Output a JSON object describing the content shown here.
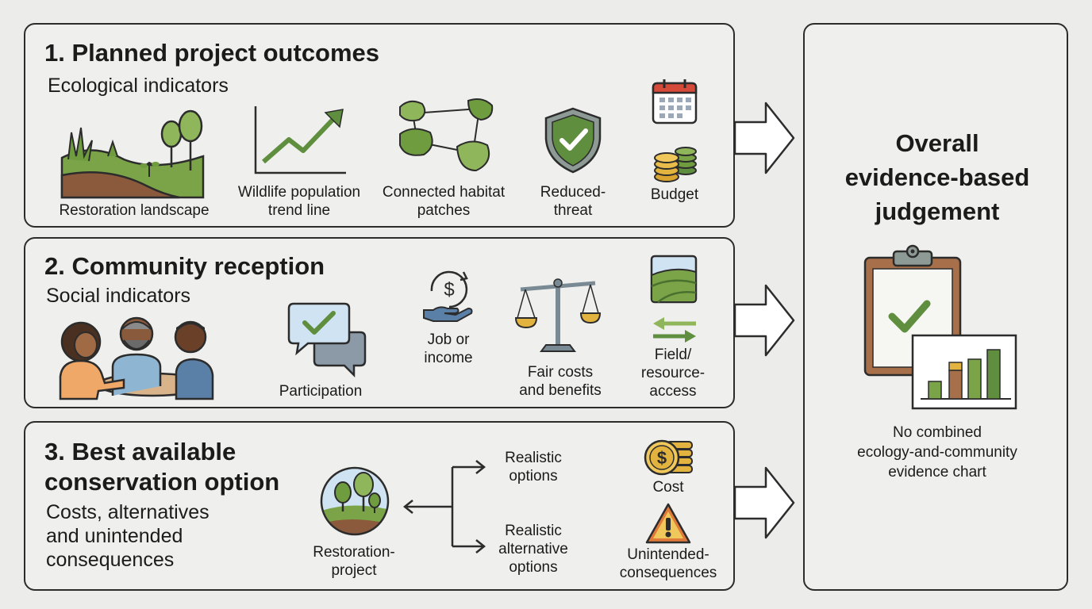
{
  "panel1": {
    "title": "1. Planned project outcomes",
    "subtitle": "Ecological indicators",
    "items": [
      {
        "icon": "restoration-landscape-icon",
        "line1": "Restoration landscape"
      },
      {
        "icon": "trend-line-icon",
        "line1": "Wildlife population",
        "line2": "trend line"
      },
      {
        "icon": "habitat-patches-icon",
        "line1": "Connected habitat",
        "line2": "patches"
      },
      {
        "icon": "shield-check-icon",
        "line1": "Reduced-",
        "line2": "threat"
      },
      {
        "icon": "calendar-icon"
      },
      {
        "icon": "coin-stack-icon",
        "line1": "Budget"
      }
    ]
  },
  "panel2": {
    "title": "2. Community reception",
    "subtitle": "Social indicators",
    "items": [
      {
        "icon": "people-group-icon"
      },
      {
        "icon": "chat-check-icon",
        "line1": "Participation"
      },
      {
        "icon": "hand-dollar-icon",
        "line1": "Job or",
        "line2": "income"
      },
      {
        "icon": "balance-scale-icon",
        "line1": "Fair costs",
        "line2": "and benefits"
      },
      {
        "icon": "field-landscape-icon"
      },
      {
        "icon": "exchange-arrows-icon",
        "line1": "Field/",
        "line2": "resource-",
        "line3": "access"
      }
    ]
  },
  "panel3": {
    "title_line1": "3. Best available",
    "title_line2": "conservation option",
    "subtitle_line1": "Costs, alternatives",
    "subtitle_line2": "and unintended",
    "subtitle_line3": "consequences",
    "project": {
      "line1": "Restoration-",
      "line2": "project"
    },
    "option_a": {
      "line1": "Realistic",
      "line2": "options"
    },
    "option_b": {
      "line1": "Realistic",
      "line2": "alternative",
      "line3": "options"
    },
    "cost": "Cost",
    "unintended": {
      "line1": "Unintended-",
      "line2": "consequences"
    }
  },
  "judgement": {
    "title_line1": "Overall",
    "title_line2": "evidence-based",
    "title_line3": "judgement",
    "note_line1": "No combined",
    "note_line2": "ecology-and-community",
    "note_line3": "evidence chart"
  },
  "colors": {
    "green": "#5f8f3e",
    "light_green": "#8fb65a",
    "gold": "#e3b340",
    "brown": "#a8704a",
    "blue": "#8eb6d2",
    "red": "#d64a3a",
    "outline": "#2c2c2c"
  }
}
